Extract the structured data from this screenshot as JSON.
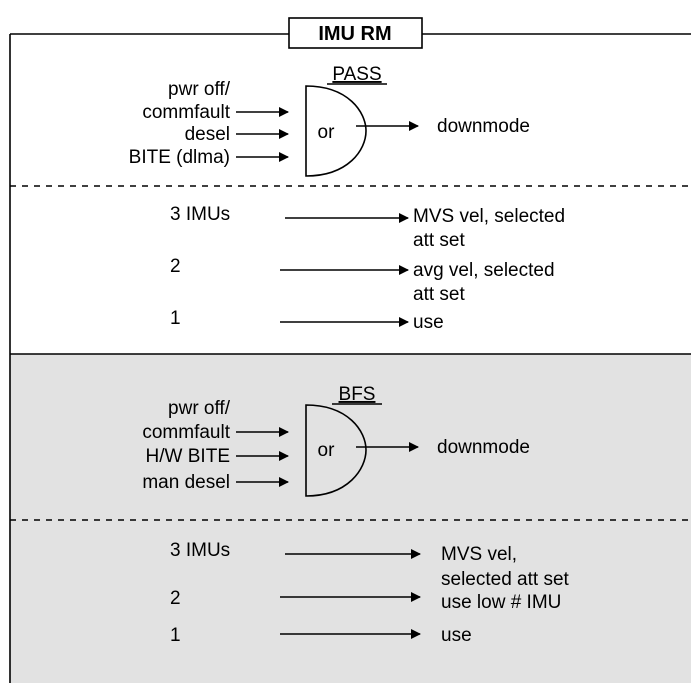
{
  "title": "IMU RM",
  "colors": {
    "pass_bg": "#ffffff",
    "bfs_bg": "#e2e2e2",
    "ink": "#000000"
  },
  "pass": {
    "heading": "PASS",
    "inputs": [
      "pwr off/",
      "commfault",
      "desel",
      "BITE (dlma)"
    ],
    "gate": "or",
    "output": "downmode",
    "table": {
      "rows": [
        {
          "count": "3 IMUs",
          "result": [
            "MVS vel, selected",
            "att set"
          ]
        },
        {
          "count": "2",
          "result": [
            "avg vel, selected",
            "att set"
          ]
        },
        {
          "count": "1",
          "result": [
            "use"
          ]
        }
      ]
    }
  },
  "bfs": {
    "heading": "BFS",
    "inputs": [
      "pwr off/",
      "commfault",
      "H/W BITE",
      "man desel"
    ],
    "gate": "or",
    "output": "downmode",
    "table": {
      "rows": [
        {
          "count": "3 IMUs",
          "result": [
            "MVS vel,",
            "selected att set"
          ]
        },
        {
          "count": "2",
          "result": [
            "use low # IMU"
          ]
        },
        {
          "count": "1",
          "result": [
            "use"
          ]
        }
      ]
    }
  }
}
